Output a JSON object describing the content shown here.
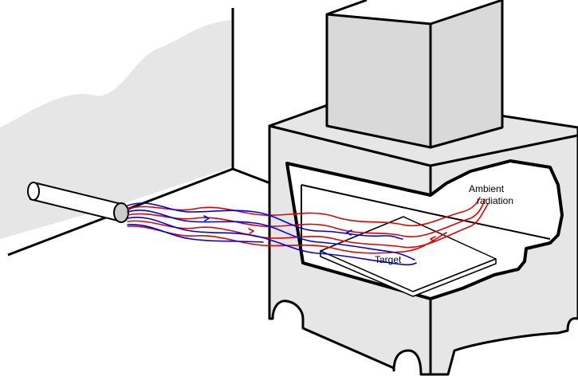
{
  "labels": {
    "ambient_line1": "Ambient",
    "ambient_line2": "radiation",
    "target": "Target"
  },
  "colors": {
    "outline": "#000000",
    "wall_shade": "#e6e6e6",
    "furnace_body": "#e6e6e6",
    "chimney": "#d9d9d9",
    "probe": "#cccccc",
    "emitted_radiation": "#e00000",
    "reflected_radiation": "#0000e0",
    "background": "#ffffff"
  },
  "icons": {
    "probe": "pyrometer-probe-icon",
    "furnace": "furnace-icon"
  }
}
